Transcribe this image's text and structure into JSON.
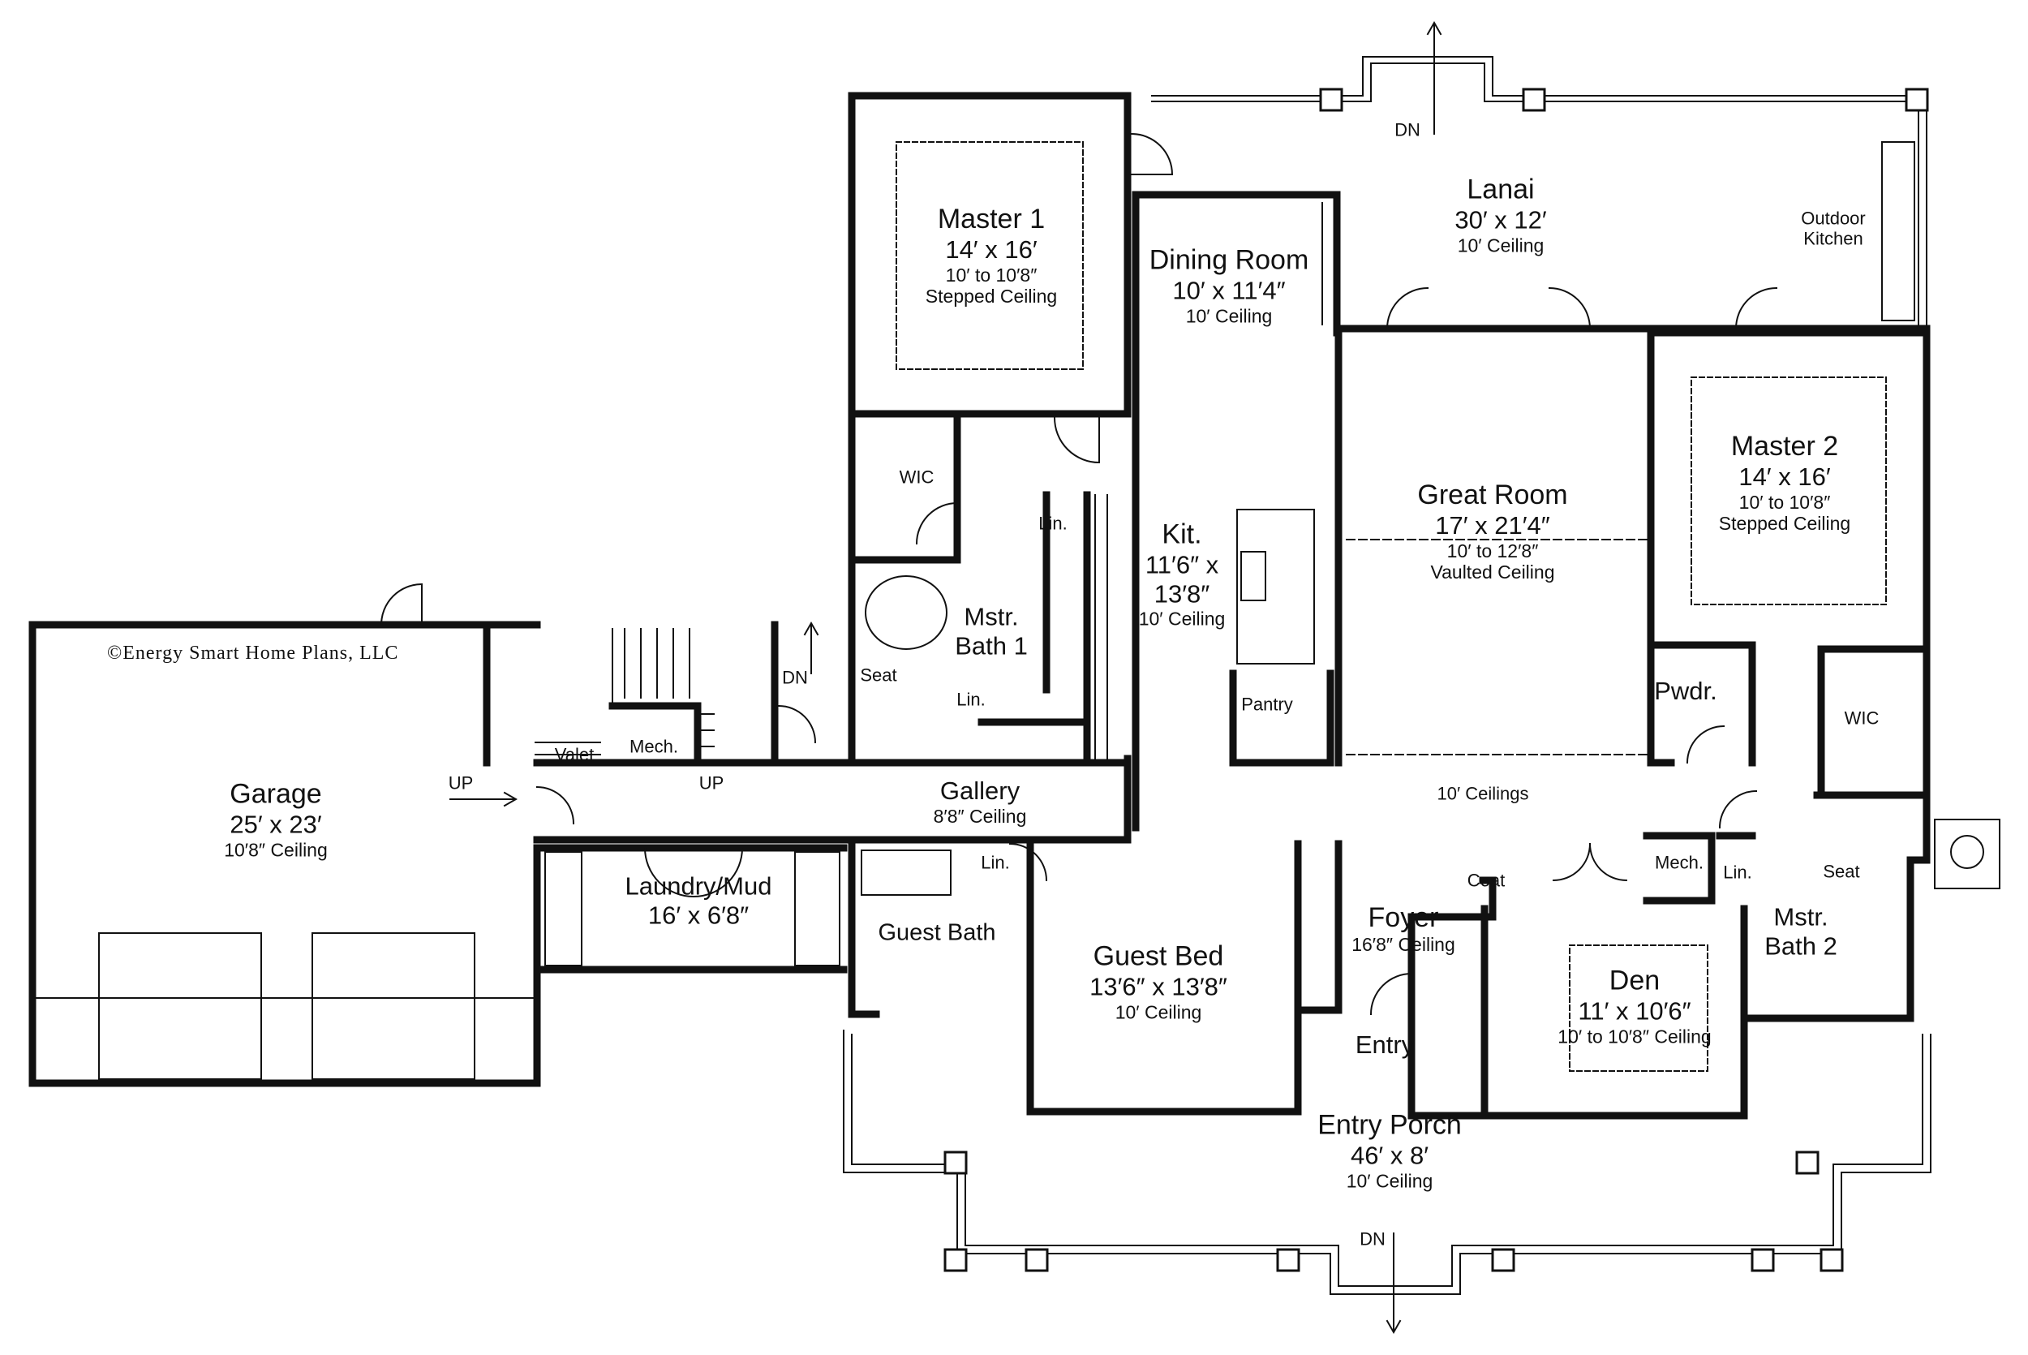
{
  "copyright": "©Energy Smart Home Plans, LLC",
  "rooms": {
    "master1": {
      "name": "Master 1",
      "size": "14′ x 16′",
      "ceiling1": "10′ to 10′8″",
      "ceiling2": "Stepped Ceiling"
    },
    "dining": {
      "name": "Dining Room",
      "size": "10′ x 11′4″",
      "ceiling": "10′ Ceiling"
    },
    "lanai": {
      "name": "Lanai",
      "size": "30′ x 12′",
      "ceiling": "10′ Ceiling"
    },
    "outdoor_kitchen": {
      "line1": "Outdoor",
      "line2": "Kitchen"
    },
    "master2": {
      "name": "Master 2",
      "size": "14′ x 16′",
      "ceiling1": "10′ to 10′8″",
      "ceiling2": "Stepped Ceiling"
    },
    "great_room": {
      "name": "Great Room",
      "size": "17′ x 21′4″",
      "ceiling1": "10′ to 12′8″",
      "ceiling2": "Vaulted Ceiling"
    },
    "kitchen": {
      "name": "Kit.",
      "size1": "11′6″ x",
      "size2": "13′8″",
      "ceiling": "10′ Ceiling"
    },
    "wic1": {
      "name": "WIC"
    },
    "lin1": {
      "name": "Lin."
    },
    "mstr_bath1": {
      "line1": "Mstr.",
      "line2": "Bath 1"
    },
    "seat1": {
      "name": "Seat"
    },
    "lin2": {
      "name": "Lin."
    },
    "pantry": {
      "name": "Pantry"
    },
    "pwdr": {
      "name": "Pwdr."
    },
    "wic2": {
      "name": "WIC"
    },
    "garage": {
      "name": "Garage",
      "size": "25′ x 23′",
      "ceiling": "10′8″ Ceiling"
    },
    "valet": {
      "name": "Valet"
    },
    "mech1": {
      "name": "Mech."
    },
    "gallery": {
      "name": "Gallery",
      "ceiling": "8′8″ Ceiling"
    },
    "ceilings_note": {
      "text": "10′ Ceilings"
    },
    "laundry": {
      "name": "Laundry/Mud",
      "size": "16′ x 6′8″"
    },
    "guest_bath": {
      "name": "Guest Bath"
    },
    "lin3": {
      "name": "Lin."
    },
    "guest_bed": {
      "name": "Guest Bed",
      "size": "13′6″ x 13′8″",
      "ceiling": "10′ Ceiling"
    },
    "foyer": {
      "name": "Foyer",
      "ceiling": "16′8″ Ceiling"
    },
    "coat": {
      "name": "Coat"
    },
    "mech2": {
      "name": "Mech."
    },
    "lin4": {
      "name": "Lin."
    },
    "seat2": {
      "name": "Seat"
    },
    "mstr_bath2": {
      "line1": "Mstr.",
      "line2": "Bath 2"
    },
    "den": {
      "name": "Den",
      "size": "11′ x 10′6″",
      "ceiling": "10′ to 10′8″ Ceiling"
    },
    "entry": {
      "name": "Entry"
    },
    "entry_porch": {
      "name": "Entry Porch",
      "size": "46′ x 8′",
      "ceiling": "10′ Ceiling"
    }
  },
  "stairs": {
    "dn_top": "DN",
    "dn_stair": "DN",
    "up_garage": "UP",
    "up_stair": "UP",
    "dn_bottom": "DN"
  }
}
